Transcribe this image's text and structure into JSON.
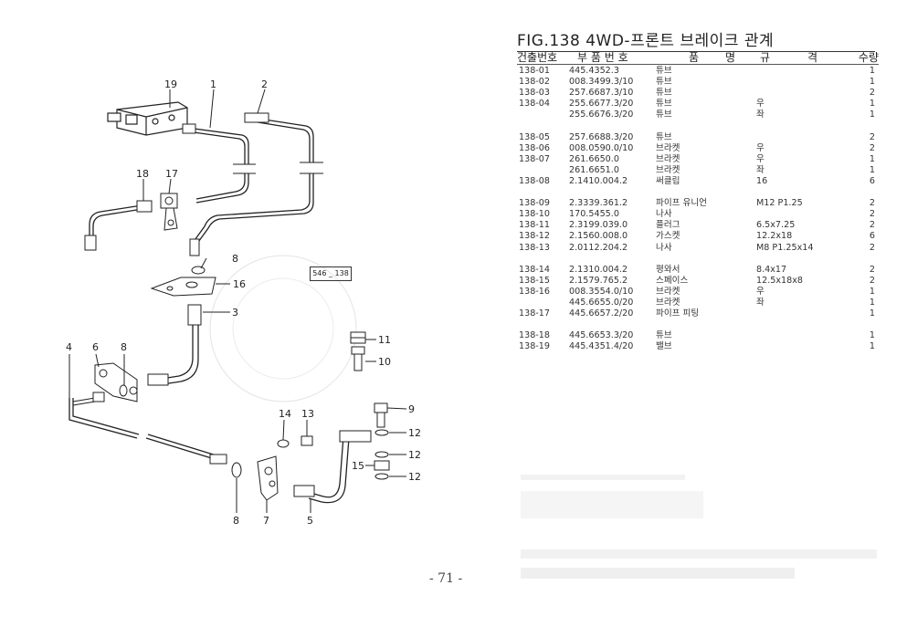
{
  "figure": {
    "title": "FIG.138 4WD-프론트 브레이크 관계",
    "columns": {
      "ref_no": "건출번호",
      "part_no": "부 품 번 호",
      "name_a": "품",
      "name_b": "명",
      "spec_a": "규",
      "spec_b": "격",
      "qty": "수량"
    }
  },
  "diagram": {
    "drawing_code": "546 _ 138",
    "callouts": [
      "19",
      "1",
      "2",
      "18",
      "17",
      "8",
      "16",
      "3",
      "11",
      "10",
      "4",
      "6",
      "8",
      "9",
      "14",
      "13",
      "12",
      "12",
      "15",
      "12",
      "8",
      "7",
      "5"
    ]
  },
  "parts": [
    {
      "no": "138-01",
      "part": "445.4352.3",
      "name": "튜브",
      "spec": "",
      "qty": "1"
    },
    {
      "no": "138-02",
      "part": "008.3499.3/10",
      "name": "튜브",
      "spec": "",
      "qty": "1"
    },
    {
      "no": "138-03",
      "part": "257.6687.3/10",
      "name": "튜브",
      "spec": "",
      "qty": "2"
    },
    {
      "no": "138-04",
      "part": "255.6677.3/20",
      "name": "튜브",
      "spec": "우",
      "qty": "1"
    },
    {
      "no": "",
      "part": "255.6676.3/20",
      "name": "튜브",
      "spec": "좌",
      "qty": "1"
    },
    {
      "gap": true
    },
    {
      "no": "138-05",
      "part": "257.6688.3/20",
      "name": "튜브",
      "spec": "",
      "qty": "2"
    },
    {
      "no": "138-06",
      "part": "008.0590.0/10",
      "name": "브라켓",
      "spec": "우",
      "qty": "2"
    },
    {
      "no": "138-07",
      "part": "261.6650.0",
      "name": "브라켓",
      "spec": "우",
      "qty": "1"
    },
    {
      "no": "",
      "part": "261.6651.0",
      "name": "브라켓",
      "spec": "좌",
      "qty": "1"
    },
    {
      "no": "138-08",
      "part": "2.1410.004.2",
      "name": "써클립",
      "spec": "16",
      "qty": "6"
    },
    {
      "gap": true
    },
    {
      "no": "138-09",
      "part": "2.3339.361.2",
      "name": "파이프 유니언",
      "spec": "M12 P1.25",
      "qty": "2"
    },
    {
      "no": "138-10",
      "part": "170.5455.0",
      "name": "나사",
      "spec": "",
      "qty": "2"
    },
    {
      "no": "138-11",
      "part": "2.3199.039.0",
      "name": "플러그",
      "spec": "6.5x7.25",
      "qty": "2"
    },
    {
      "no": "138-12",
      "part": "2.1560.008.0",
      "name": "가스켓",
      "spec": "12.2x18",
      "qty": "6"
    },
    {
      "no": "138-13",
      "part": "2.0112.204.2",
      "name": "나사",
      "spec": "M8 P1.25x14",
      "qty": "2"
    },
    {
      "gap": true
    },
    {
      "no": "138-14",
      "part": "2.1310.004.2",
      "name": "평와서",
      "spec": "8.4x17",
      "qty": "2"
    },
    {
      "no": "138-15",
      "part": "2.1579.765.2",
      "name": "스페이스",
      "spec": "12.5x18x8",
      "qty": "2"
    },
    {
      "no": "138-16",
      "part": "008.3554.0/10",
      "name": "브라켓",
      "spec": "우",
      "qty": "1"
    },
    {
      "no": "",
      "part": "445.6655.0/20",
      "name": "브라켓",
      "spec": "좌",
      "qty": "1"
    },
    {
      "no": "138-17",
      "part": "445.6657.2/20",
      "name": "파이프 피팅",
      "spec": "",
      "qty": "1"
    },
    {
      "gap": true
    },
    {
      "no": "138-18",
      "part": "445.6653.3/20",
      "name": "튜브",
      "spec": "",
      "qty": "1"
    },
    {
      "no": "138-19",
      "part": "445.4351.4/20",
      "name": "밸브",
      "spec": "",
      "qty": "1"
    }
  ],
  "page_number": "- 71 -"
}
